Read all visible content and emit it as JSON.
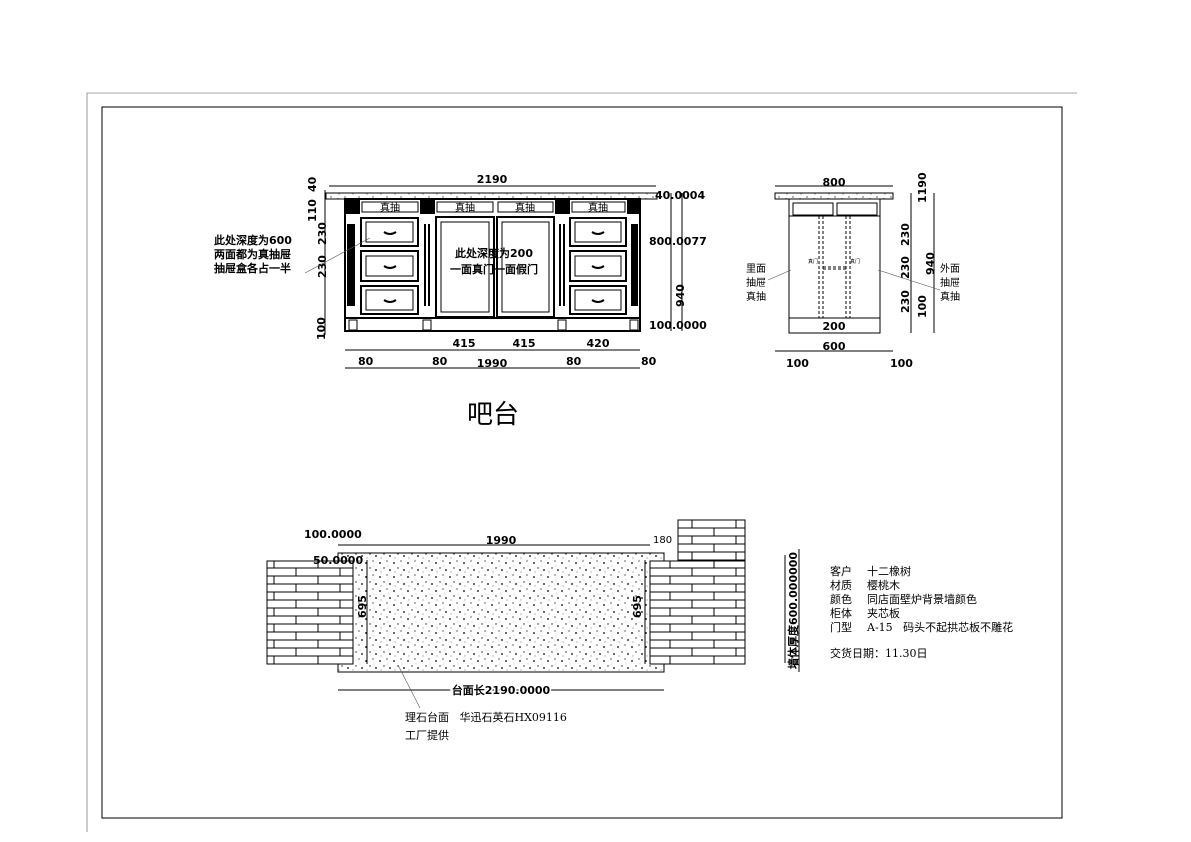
{
  "title": "吧台",
  "front_view": {
    "dim_total_width": "2190",
    "dim_top_thickness": "40",
    "dim_top_drawer": "110",
    "dim_drawer_1": "230",
    "dim_drawer_2": "230",
    "dim_base": "100",
    "dim_right_top": "40.0004",
    "dim_right_mid": "800.0077",
    "dim_right_total": "940",
    "dim_right_base": "100.0000",
    "drawer_label": "真抽",
    "bottom_dims": [
      "80",
      "415",
      "415",
      "420",
      "80",
      "80",
      "80"
    ],
    "dim_body_width": "1990",
    "note_left": [
      "此处深度为600",
      "两面都为真抽屉",
      "抽屉盒各占一半"
    ],
    "note_center": [
      "此处深度为200",
      "一面真门一面假门"
    ]
  },
  "side_view": {
    "dim_top_width": "800",
    "dim_top": "1190",
    "dim_230a": "230",
    "dim_230b": "230",
    "dim_230c": "230",
    "dim_100": "100",
    "dim_total": "940",
    "dim_inner": "200",
    "dim_body": "600",
    "dim_left": "100",
    "dim_right": "100",
    "note_left": [
      "里面",
      "抽屉",
      "真抽"
    ],
    "note_right": [
      "外面",
      "抽屉",
      "真抽"
    ],
    "small_label": "真门"
  },
  "plan_view": {
    "dim_offset_100": "100.0000",
    "dim_offset_50": "50.0000",
    "dim_length": "1990",
    "dim_180": "180",
    "dim_depth_left": "695",
    "dim_depth_right": "695",
    "dim_top_length": "台面长2190.0000",
    "wall_label": "墙体厚度600.000000",
    "marble_note": [
      "理石台面   华迅石英石HX09116",
      "工厂提供"
    ]
  },
  "spec": {
    "rows": [
      {
        "label": "客户",
        "value": "十二橡树"
      },
      {
        "label": "材质",
        "value": "樱桃木"
      },
      {
        "label": "颜色",
        "value": "同店面壁炉背景墙颜色"
      },
      {
        "label": "柜体",
        "value": "夹芯板"
      },
      {
        "label": "门型",
        "value": "A-15   码头不起拱芯板不雕花"
      }
    ],
    "delivery": "交货日期：11.30日"
  }
}
